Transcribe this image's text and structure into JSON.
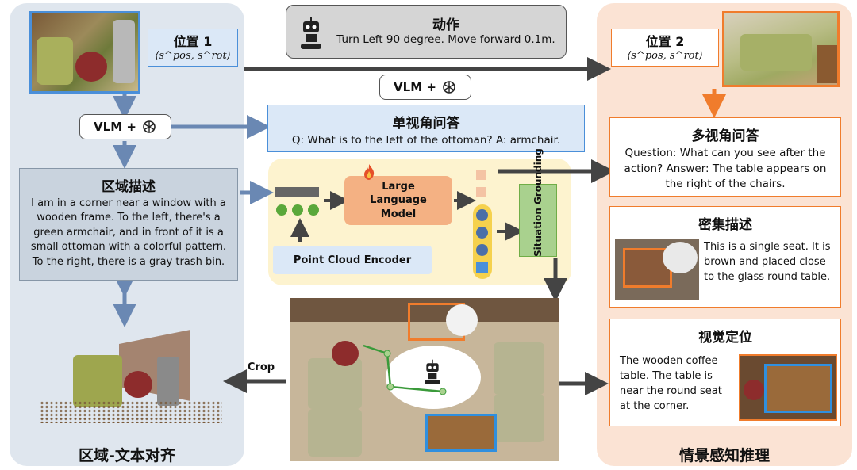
{
  "action": {
    "title": "动作",
    "text": "Turn Left 90 degree. Move forward 0.1m."
  },
  "position1": {
    "title": "位置 1",
    "formula": "⟨s^pos, s^rot⟩"
  },
  "position2": {
    "title": "位置 2",
    "formula": "⟨s^pos, s^rot⟩"
  },
  "vlm_label": "VLM +",
  "single_view_qa": {
    "title": "单视角问答",
    "text": "Q: What is to the left of the ottoman?  A:  armchair."
  },
  "region_desc": {
    "title": "区域描述",
    "text": "I am in a corner near a window with a wooden frame. To the left, there's a green armchair, and in front of it is a small ottoman with a colorful pattern. To the right, there is a gray trash bin."
  },
  "llm_label": "Large Language Model",
  "encoder_label": "Point Cloud Encoder",
  "grounding_label": "Situation Grounding",
  "crop_label": "Crop",
  "multi_view_qa": {
    "title": "多视角问答",
    "text": "Question: What can you see after the action? Answer: The table appears on the right of the chairs."
  },
  "dense_caption": {
    "title": "密集描述",
    "text": "This is a single seat. It is brown and placed close to the glass round table."
  },
  "visual_grounding": {
    "title": "视觉定位",
    "text": "The wooden coffee table. The table is near the round seat at the corner."
  },
  "left_caption": "区域-文本对齐",
  "right_caption": "情景感知推理",
  "icons": [
    "robot-icon",
    "openai-icon",
    "fire-icon"
  ],
  "colors": {
    "blue": "#4a8fd9",
    "orange": "#f07c2c",
    "arrow": "#4a4a4a"
  }
}
